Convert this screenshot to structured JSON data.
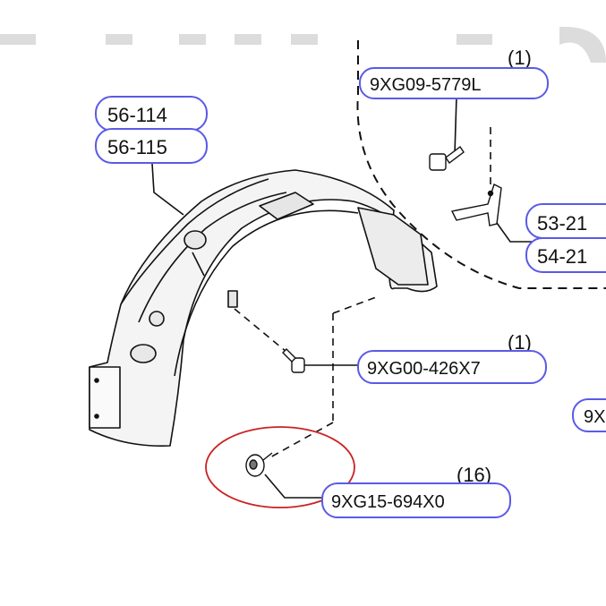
{
  "labels": {
    "liner_a": "56-114",
    "liner_b": "56-115",
    "bolt_top_qty": "(1)",
    "bolt_top": "9XG09-5779L",
    "bracket_a": "53-21",
    "bracket_b": "54-21",
    "bolt_mid_qty": "(1)",
    "bolt_mid": "9XG00-426X7",
    "partial_right": "9X",
    "clip_qty": "(16)",
    "clip": "9XG15-694X0"
  },
  "colors": {
    "highlight_outline": "#5a5ae6",
    "callout_circle": "#cc2222",
    "line": "#111111"
  }
}
